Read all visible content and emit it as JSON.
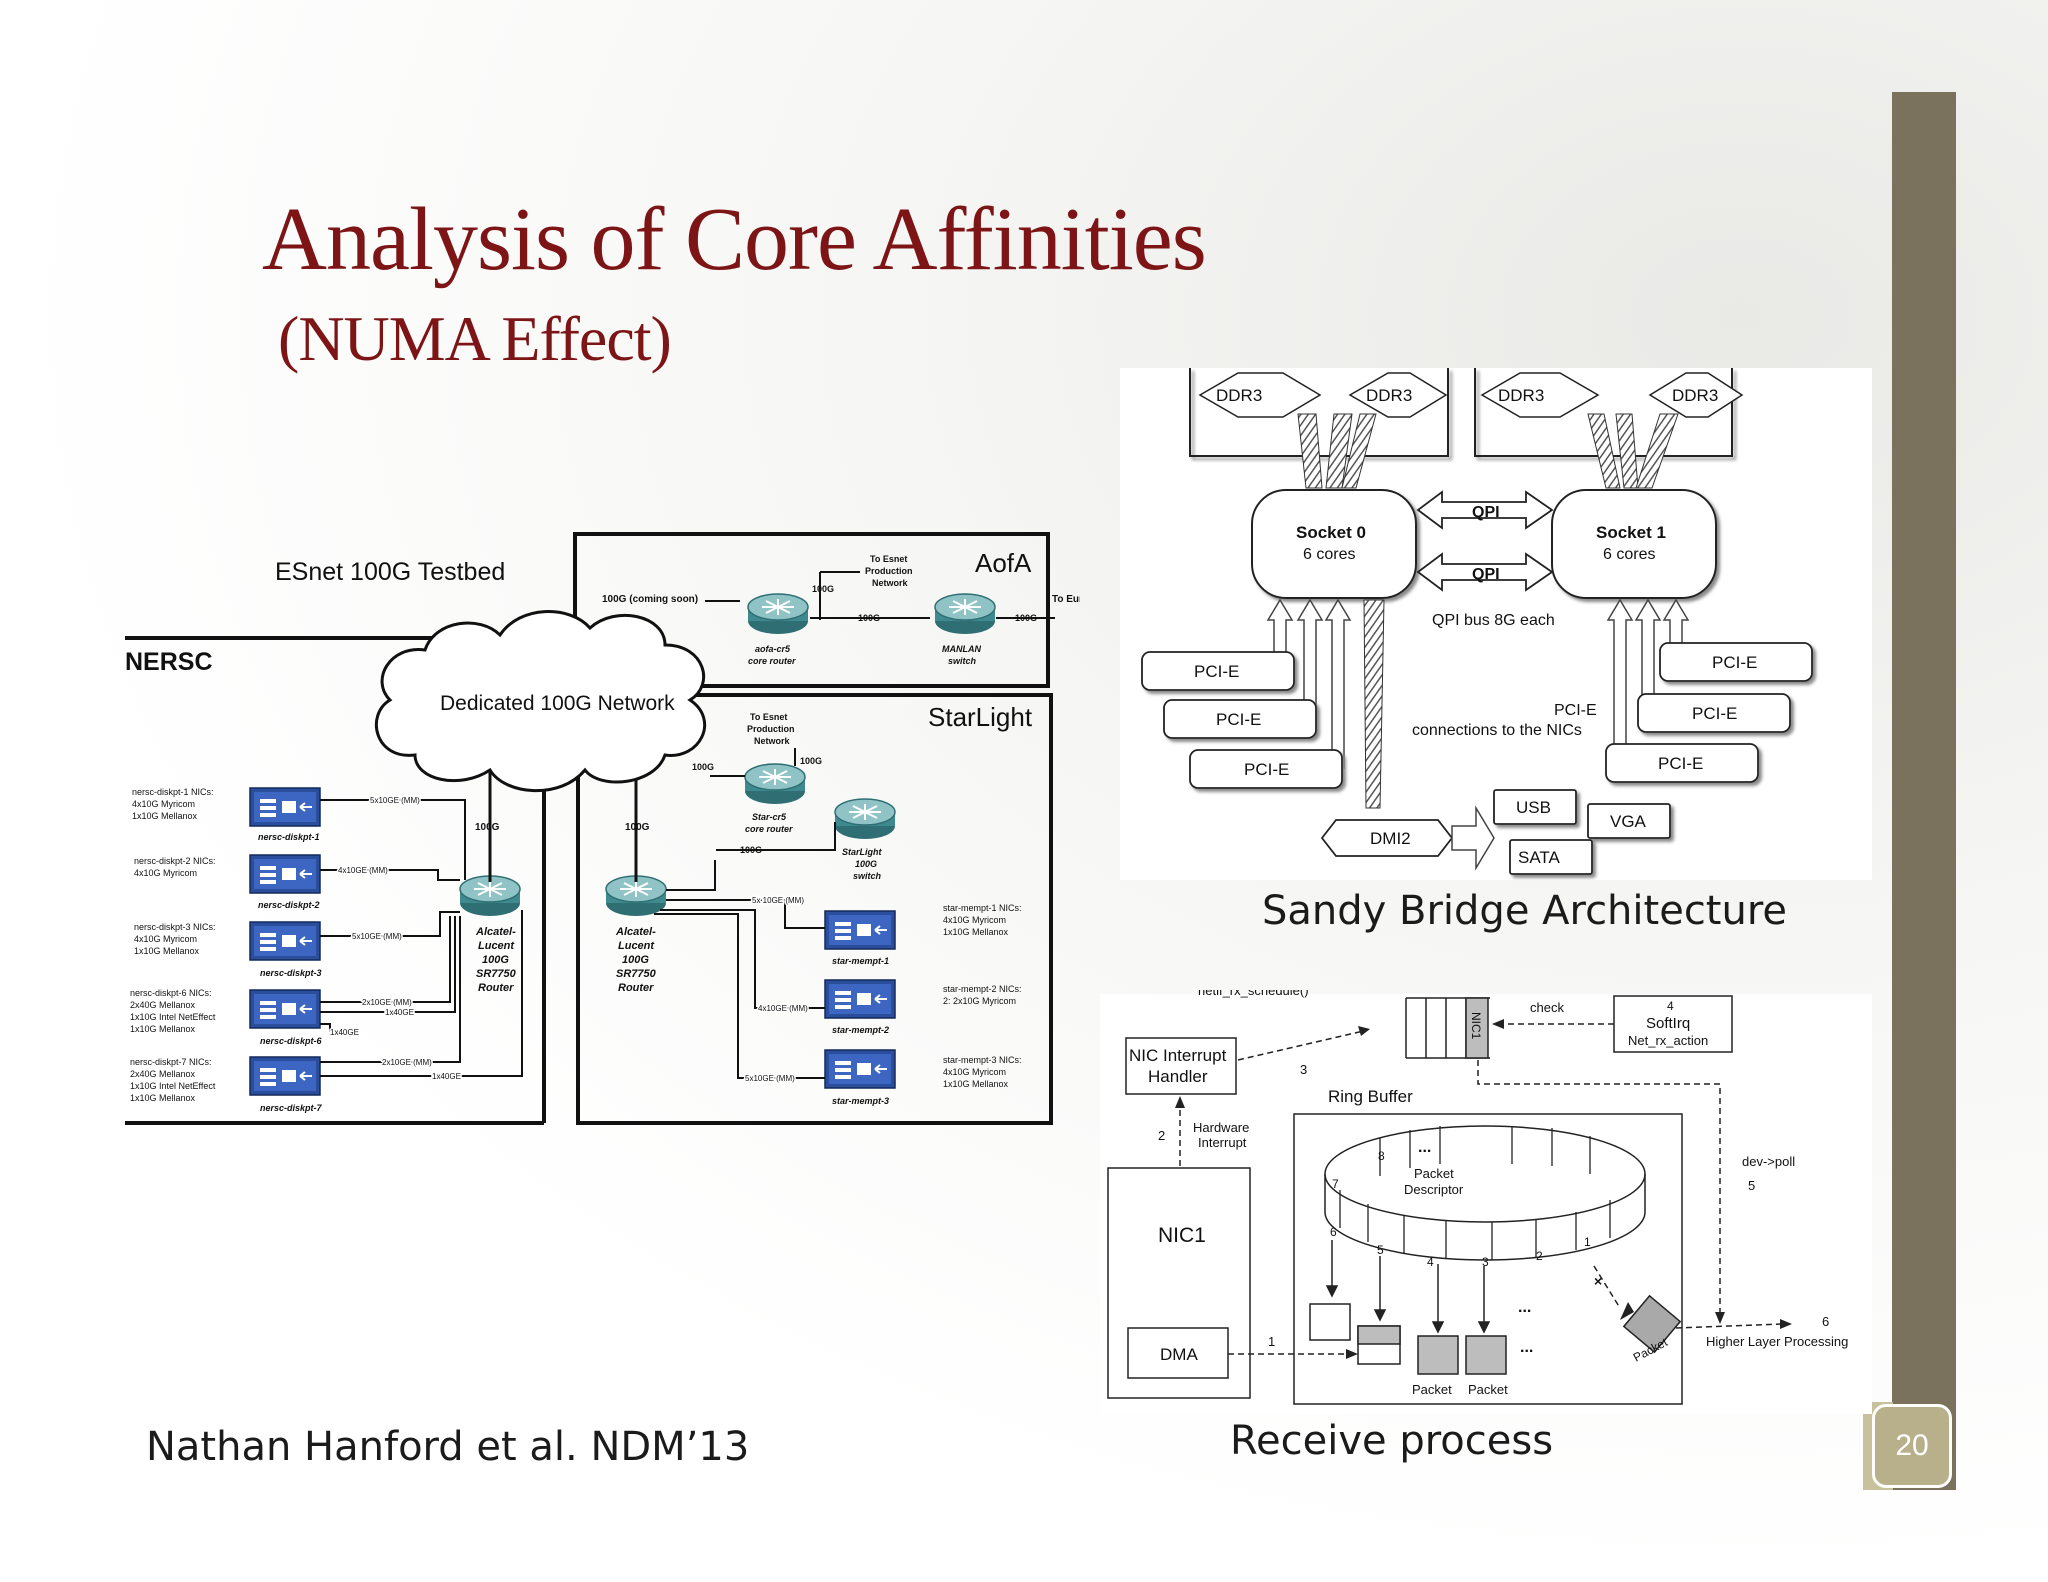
{
  "slide": {
    "title": "Analysis of  Core Affinities",
    "subtitle": "(NUMA Effect)",
    "citation": "Nathan Hanford et al.  NDM’13",
    "page_number": "20"
  },
  "testbed": {
    "title": "ESnet 100G Testbed",
    "nersc": "NERSC",
    "cloud": "Dedicated 100G Network",
    "aofa": "AofA",
    "starlight": "StarLight",
    "aofa_note1": "100G (coming soon)",
    "aofa_esnet_l1": "To Esnet",
    "aofa_esnet_l2": "Production",
    "aofa_esnet_l3": "Network",
    "aofa_100g_a": "100G",
    "aofa_100g_b": "100G",
    "aofa_100g_c": "100G",
    "to_europ": "To Europ",
    "aofa_router_l1": "aofa-cr5",
    "aofa_router_l2": "core router",
    "manlan_l1": "MANLAN",
    "manlan_l2": "switch",
    "star_esnet_l1": "To Esnet",
    "star_esnet_l2": "Production",
    "star_esnet_l3": "Network",
    "star_100g_a": "100G",
    "star_100g_b": "100G",
    "star_100g_c": "100G",
    "star_router_l1": "Star-cr5",
    "star_router_l2": "core router",
    "star_switch_l1": "StarLight",
    "star_switch_l2": "100G",
    "star_switch_l3": "switch",
    "left_100g": "100G",
    "right_100g": "100G",
    "alcatel_left": [
      "Alcatel-",
      "Lucent",
      "100G",
      "SR7750",
      "Router"
    ],
    "alcatel_right": [
      "Alcatel-",
      "Lucent",
      "100G",
      "SR7750",
      "Router"
    ],
    "nersc_hosts": [
      {
        "name": "nersc-diskpt-1",
        "nics": [
          "nersc-diskpt-1 NICs:",
          "4x10G Myricom",
          "1x10G Mellanox"
        ],
        "link": "5x10GE (MM)"
      },
      {
        "name": "nersc-diskpt-2",
        "nics": [
          "nersc-diskpt-2 NICs:",
          "4x10G Myricom"
        ],
        "link": "4x10GE (MM)"
      },
      {
        "name": "nersc-diskpt-3",
        "nics": [
          "nersc-diskpt-3 NICs:",
          "4x10G Myricom",
          "1x10G Mellanox"
        ],
        "link": "5x10GE (MM)"
      },
      {
        "name": "nersc-diskpt-6",
        "nics": [
          "nersc-diskpt-6 NICs:",
          "2x40G Mellanox",
          "1x10G Intel NetEffect",
          "1x10G Mellanox"
        ],
        "link": "2x10GE (MM)",
        "link2": "1x40GE",
        "link3": "1x40GE"
      },
      {
        "name": "nersc-diskpt-7",
        "nics": [
          "nersc-diskpt-7 NICs:",
          "2x40G Mellanox",
          "1x10G Intel NetEffect",
          "1x10G Mellanox"
        ],
        "link": "2x10GE (MM)",
        "link2": "1x40GE"
      }
    ],
    "star_hosts": [
      {
        "name": "star-mempt-1",
        "nics": [
          "star-mempt-1 NICs:",
          "4x10G Myricom",
          "1x10G Mellanox"
        ],
        "link": "5x 10GE (MM)"
      },
      {
        "name": "star-mempt-2",
        "nics": [
          "star-mempt-2 NICs:",
          "2: 2x10G Myricom"
        ],
        "link": "4x10GE (MM)"
      },
      {
        "name": "star-mempt-3",
        "nics": [
          "star-mempt-3 NICs:",
          "4x10G Myricom",
          "1x10G Mellanox"
        ],
        "link": "5x10GE (MM)"
      }
    ]
  },
  "sandy": {
    "caption": "Sandy Bridge Architecture",
    "ddr": [
      "DDR3",
      "DDR3",
      "DDR3",
      "DDR3"
    ],
    "socket0": "Socket 0",
    "socket0_cores": "6 cores",
    "socket1": "Socket 1",
    "socket1_cores": "6 cores",
    "qpi_top": "QPI",
    "qpi_bottom": "QPI",
    "qpi_bus": "QPI bus 8G each",
    "pcie_left": [
      "PCI-E",
      "PCI-E",
      "PCI-E"
    ],
    "pcie_right": [
      "PCI-E",
      "PCI-E",
      "PCI-E"
    ],
    "pcie_conn_l1": "PCI-E",
    "pcie_conn_l2": "connections to the NICs",
    "dmi": "DMI2",
    "usb": "USB",
    "sata": "SATA",
    "vga": "VGA"
  },
  "receive": {
    "caption": "Receive process",
    "top_cut": "netif_rx_schedule()",
    "nic_handler_l1": "NIC Interrupt",
    "nic_handler_l2": "Handler",
    "nic1_tag": "NIC1",
    "check": "check",
    "softirq_num": "4",
    "softirq_l1": "SoftIrq",
    "softirq_l2": "Net_rx_action",
    "step3": "3",
    "ring_buffer": "Ring Buffer",
    "step2": "2",
    "hw_int_l1": "Hardware",
    "hw_int_l2": "Interrupt",
    "nic1": "NIC1",
    "dma": "DMA",
    "step1": "1",
    "desc_l1": "Packet",
    "desc_l2": "Descriptor",
    "slots": [
      "8",
      "7",
      "6",
      "5",
      "4",
      "3",
      "2",
      "1"
    ],
    "dots": "...",
    "devpoll": "dev->poll",
    "step5": "5",
    "step6": "6",
    "higher": "Higher Layer Processing",
    "packet_a": "Packet",
    "packet_b": "Packet",
    "packet_rot": "Packet"
  }
}
